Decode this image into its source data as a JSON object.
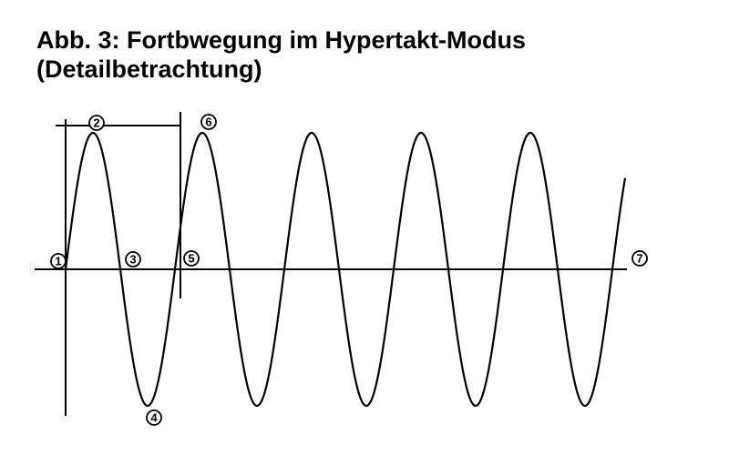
{
  "title": {
    "line1": "Abb. 3: Fortbwegung im Hypertakt-Modus",
    "line2": "(Detailbetrachtung)"
  },
  "markers": [
    "1",
    "2",
    "3",
    "4",
    "5",
    "6",
    "7"
  ],
  "colors": {
    "stroke": "#000000",
    "background": "#ffffff"
  }
}
